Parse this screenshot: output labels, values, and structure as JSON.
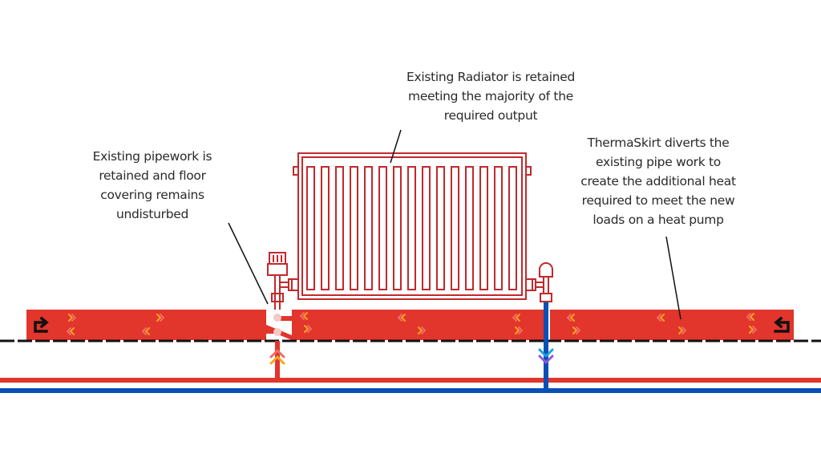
{
  "annotations": {
    "radiator": {
      "lines": [
        "Existing Radiator is retained",
        "meeting the majority of the",
        "required output"
      ]
    },
    "pipework": {
      "lines": [
        "Existing pipework is",
        "retained and floor",
        "covering remains",
        "undisturbed"
      ]
    },
    "thermaskirt": {
      "lines": [
        "ThermaSkirt diverts the",
        "existing pipe work to",
        "create the additional heat",
        "required to meet the new",
        "loads on a heat pump"
      ]
    }
  },
  "colors": {
    "skirting": "#e2352b",
    "radiator_outline": "#c3282b",
    "flow_pipe": "#e2352b",
    "return_pipe": "#0a4fb5",
    "floor_line": "#111111",
    "chevron_orange": "#f5a623",
    "chevron_pink": "#f06b6b",
    "chevron_blue": "#1aa0e0",
    "chevron_purple": "#8a5ad8",
    "leader_line": "#111111",
    "text": "#2a2a2a"
  },
  "icons": {
    "left_end": "return-arrow-right-icon",
    "right_end": "return-arrow-left-icon"
  }
}
